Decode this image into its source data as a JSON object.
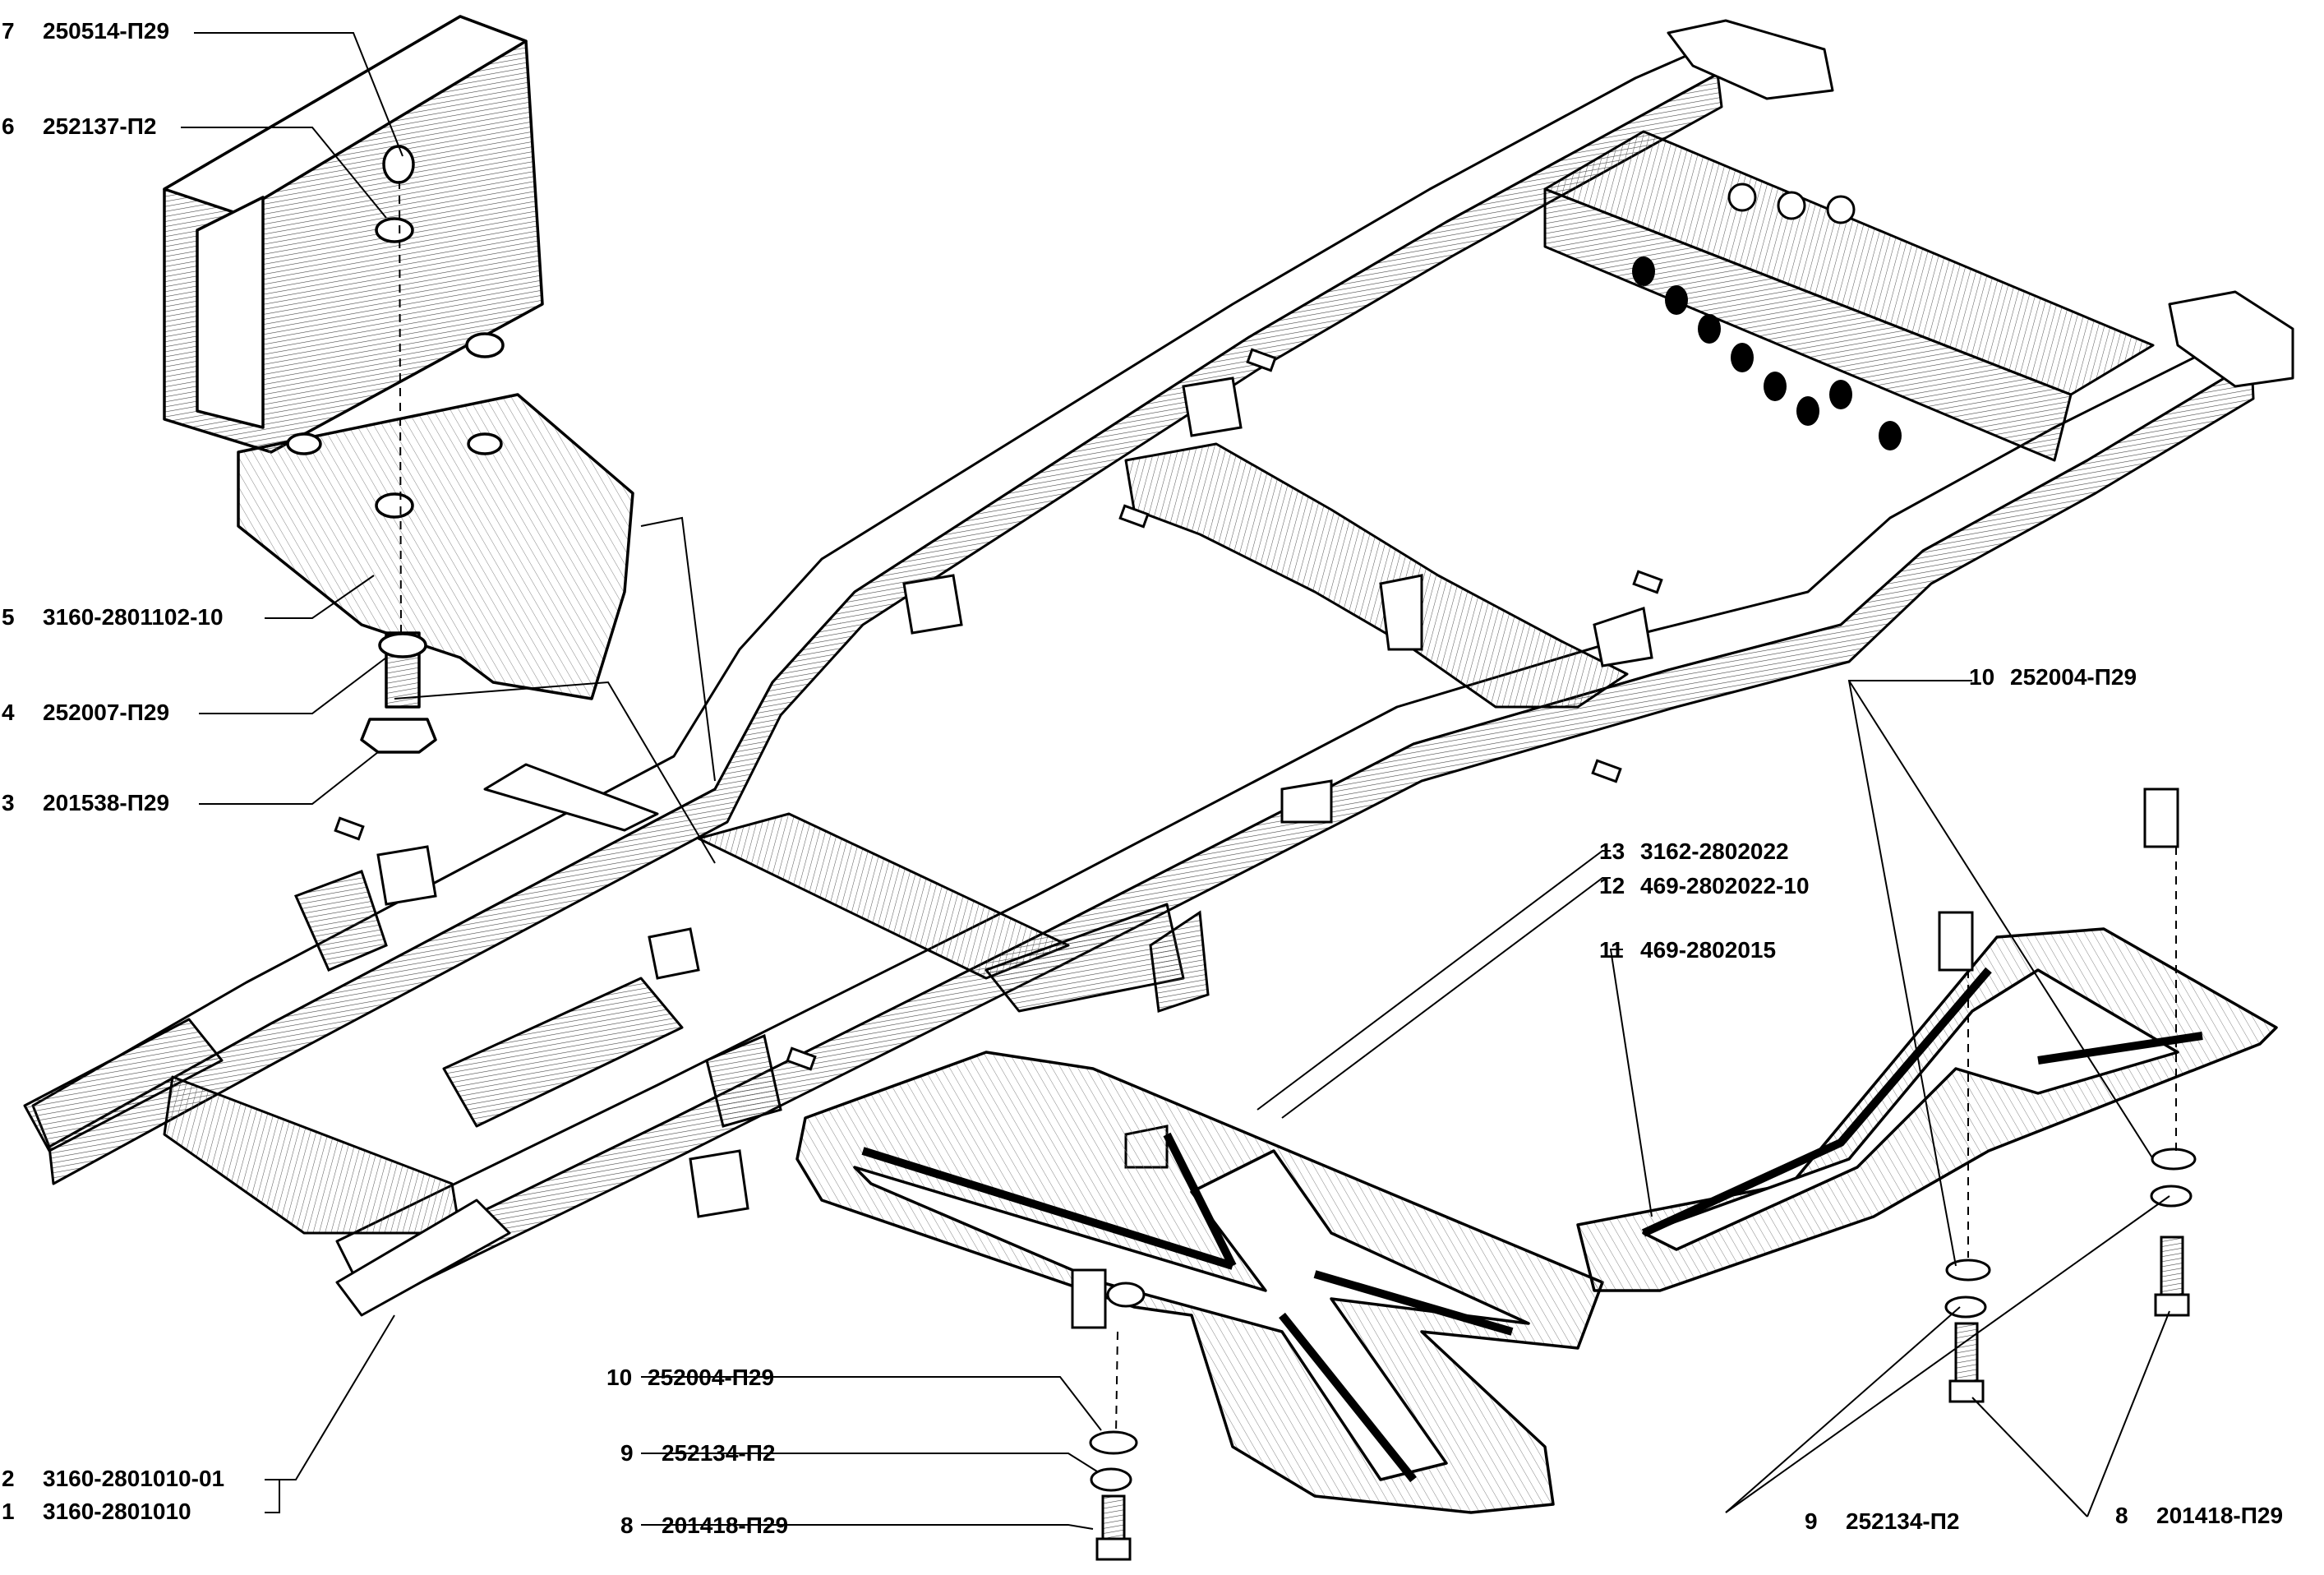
{
  "colors": {
    "ink": "#000000",
    "paper": "#ffffff",
    "hatch": "#555555"
  },
  "callouts": {
    "c7": {
      "num": "7",
      "code": "250514-П29"
    },
    "c6": {
      "num": "6",
      "code": "252137-П2"
    },
    "c5": {
      "num": "5",
      "code": "3160-2801102-10"
    },
    "c4": {
      "num": "4",
      "code": "252007-П29"
    },
    "c3": {
      "num": "3",
      "code": "201538-П29"
    },
    "c2": {
      "num": "2",
      "code": "3160-2801010-01"
    },
    "c1": {
      "num": "1",
      "code": "3160-2801010"
    },
    "c10a": {
      "num": "10",
      "code": "252004-П29"
    },
    "c9a": {
      "num": "9",
      "code": "252134-П2"
    },
    "c8a": {
      "num": "8",
      "code": "201418-П29"
    },
    "c13": {
      "num": "13",
      "code": "3162-2802022"
    },
    "c12": {
      "num": "12",
      "code": "469-2802022-10"
    },
    "c11": {
      "num": "11",
      "code": "469-2802015"
    },
    "c10b": {
      "num": "10",
      "code": "252004-П29"
    },
    "c9b": {
      "num": "9",
      "code": "252134-П2"
    },
    "c8b": {
      "num": "8",
      "code": "201418-П29"
    }
  }
}
